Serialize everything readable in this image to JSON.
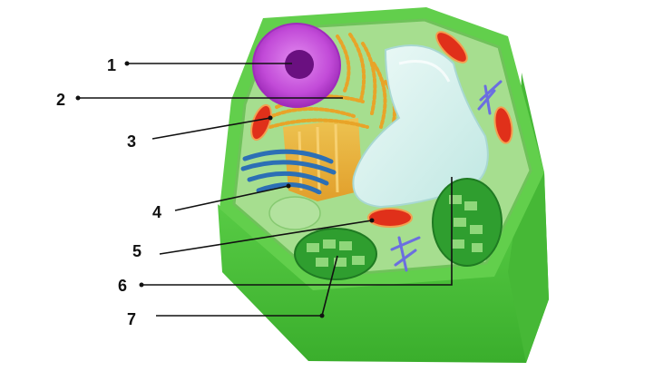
{
  "labels": [
    {
      "id": "1",
      "text": "1"
    },
    {
      "id": "2",
      "text": "2"
    },
    {
      "id": "3",
      "text": "3"
    },
    {
      "id": "4",
      "text": "4"
    },
    {
      "id": "5",
      "text": "5"
    },
    {
      "id": "6",
      "text": "6"
    },
    {
      "id": "7",
      "text": "7"
    }
  ],
  "colors": {
    "cell_wall": "#4cc43a",
    "cytoplasm": "#9fdc8a",
    "nucleus": "#c040d8",
    "nucleolus": "#6a1080",
    "golgi": "#e8a020",
    "er": "#2c6fb5",
    "mitochondrion": "#e0301a",
    "vacuole": "#d8f2f0",
    "chloroplast": "#2f9e2f"
  }
}
